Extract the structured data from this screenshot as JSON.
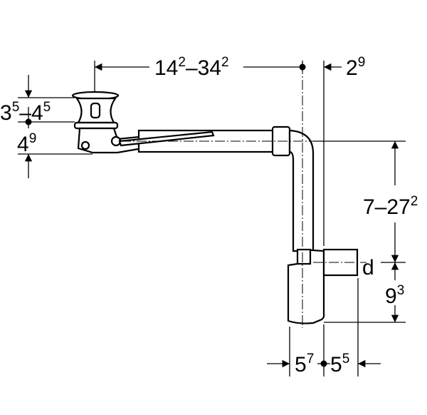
{
  "diagram": {
    "dimensions": {
      "horizontal_top": {
        "base": "14",
        "sup1": "2",
        "mid": "–34",
        "sup2": "2"
      },
      "offset_top": {
        "base": "2",
        "sup": "9"
      },
      "cap_height": {
        "base": "3",
        "sup1": "5",
        "mid": "–4",
        "sup2": "5"
      },
      "waste_height": {
        "base": "4",
        "sup": "9"
      },
      "vertical_range": {
        "base": "7–27",
        "sup": "2"
      },
      "outlet_label": "d",
      "trap_height": {
        "base": "9",
        "sup": "3"
      },
      "trap_left": {
        "base": "5",
        "sup": "7"
      },
      "trap_right": {
        "base": "5",
        "sup": "5"
      }
    }
  }
}
